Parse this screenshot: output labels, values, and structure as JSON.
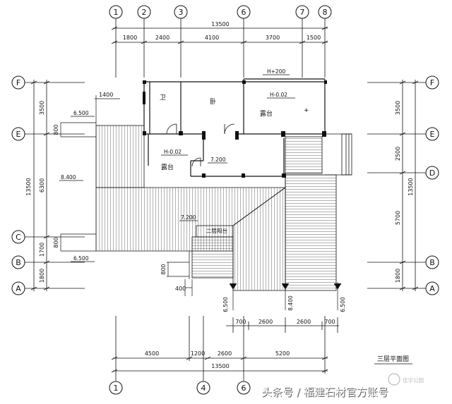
{
  "axes": {
    "top": [
      "1",
      "2",
      "3",
      "6",
      "7",
      "8"
    ],
    "bottom": [
      "1",
      "4",
      "6"
    ],
    "left": [
      "F",
      "E",
      "C",
      "B",
      "A"
    ],
    "right": [
      "F",
      "E",
      "D",
      "B",
      "A"
    ]
  },
  "dimensions": {
    "top_total": "13500",
    "top_segments": [
      "1800",
      "2400",
      "4100",
      "3700",
      "1500"
    ],
    "bottom_total": "13500",
    "bottom_segments": [
      "4500",
      "1200",
      "2600",
      "5200"
    ],
    "bottom_steps": [
      "700",
      "2600",
      "2600",
      "700"
    ],
    "left_total": "13500",
    "left_segments": [
      "3500",
      "6300",
      "1700",
      "1800"
    ],
    "right_total": "13500",
    "right_segments": [
      "3500",
      "2500",
      "5700",
      "1800"
    ],
    "canopy_width": "1400",
    "left_small_top": "800",
    "left_small_bottom": "800",
    "front_step_h": "800",
    "front_step_w": "400"
  },
  "rooms": {
    "wc": "卫",
    "bedroom": "卧",
    "terrace_top": "露台",
    "terrace_mid": "露台",
    "stair_note": "二层阳台"
  },
  "elevations": {
    "h_plus_200": "H+200",
    "h_minus_002_top": "H-0.02",
    "h_minus_002_mid": "H-0.02",
    "e_7200": "7.200",
    "e_7200_low": "7.200",
    "e_6500_top": "6.500",
    "e_8400": "8.400",
    "e_6500_mid": "6.500",
    "e_6500_b1": "6.500",
    "e_8400_b": "8.400",
    "e_6500_b2": "6.500"
  },
  "title": "三层平面图",
  "watermark": {
    "logo_text": "佳宇公园",
    "caption": "头条号 / 福建石材官方账号"
  }
}
